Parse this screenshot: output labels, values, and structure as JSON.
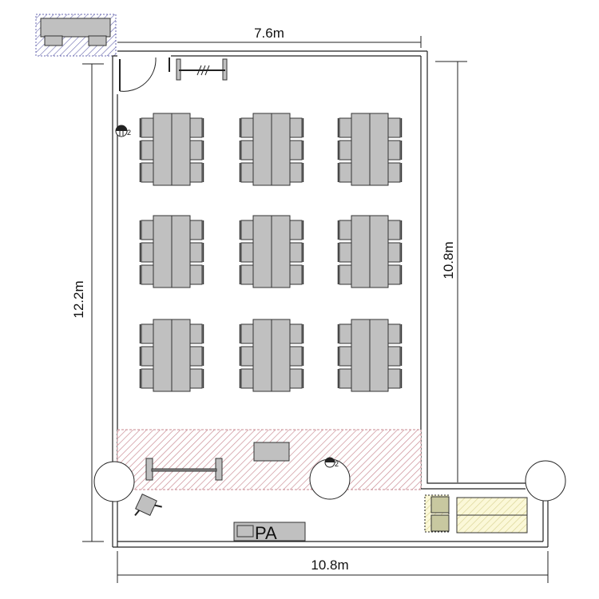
{
  "dimensions": {
    "top_width": "7.6m",
    "left_height": "12.2m",
    "right_height": "10.8m",
    "bottom_width": "10.8m"
  },
  "labels": {
    "pa": "PA",
    "outlet_count_1": "2",
    "outlet_count_2": "2"
  },
  "layout": {
    "table_group_rows": 3,
    "table_group_cols": 3,
    "chairs_per_side": 3
  },
  "colors": {
    "furniture": "#c0c0c0",
    "stage_hatch": "#c0404a",
    "entry_hatch": "#5050a0",
    "yellow_hatch": "#e8e4a0"
  }
}
